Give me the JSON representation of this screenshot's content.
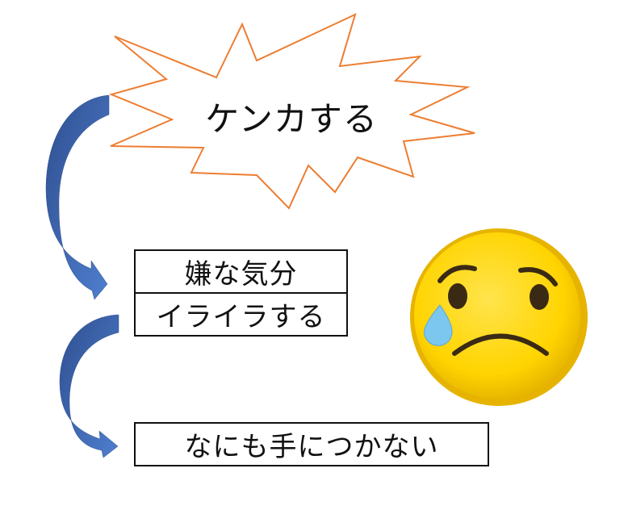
{
  "burst": {
    "label": "ケンカする",
    "stroke_color": "#ED7D31",
    "fill_color": "#ffffff"
  },
  "steps": [
    {
      "label": "嫌な気分"
    },
    {
      "label": "イライラする"
    },
    {
      "label": "なにも手につかない"
    }
  ],
  "arrows": {
    "color_dark": "#2F4F8F",
    "color_light": "#4F7FD0"
  },
  "face": {
    "icon": "sad-crying-face-icon",
    "face_color": "#FFD700",
    "rim_color": "#F2C200",
    "tear_color": "#7CC7F0",
    "feature_color": "#3A2A14"
  }
}
